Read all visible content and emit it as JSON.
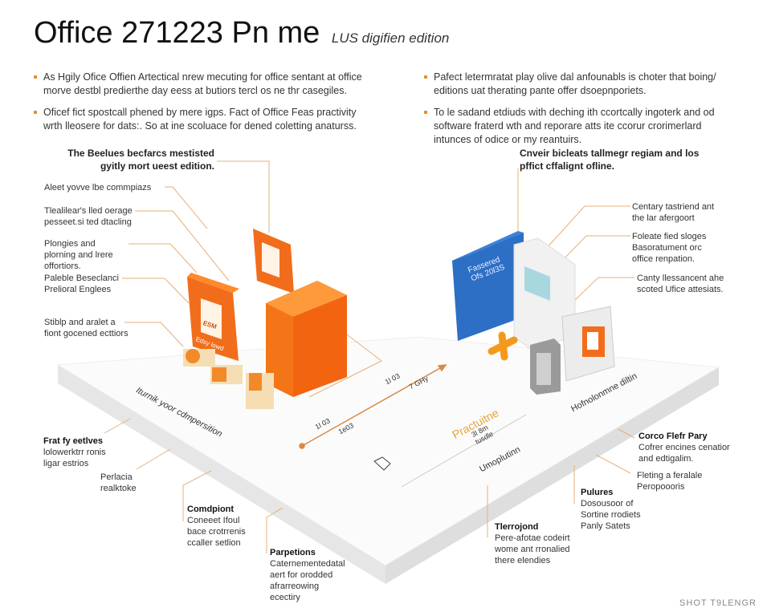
{
  "title": {
    "main": "Office 271223 Pn me",
    "sub": "LUS digifien edition"
  },
  "bullets_left": [
    "As Hgily Ofice Offien Artectical nrew mecuting for office sentant at office morve destbl predierthe day eess at butiors tercl os ne thr casegiles.",
    "Oficef fict spostcall phened by mere igps. Fact of Office Feas practivity wrth lleosere for dats:. So at ine scoluace for dened coletting anaturss."
  ],
  "bullets_right": [
    "Pafect letermratat play olive dal anfounabls is choter that boing/ editions uat therating pante offer dsoepnporiets.",
    "To le sadand etdiuds with deching ith ccortcally ingoterk and od software fraterd wth and reporare atts ite ccorur crorimerlard intunces of odice or my reantuirs."
  ],
  "callouts": {
    "left": "The Beelues becfarcs mestisted gyitly mort ueest edition.",
    "right": "Cnveir bicleats tallmegr regiam and los pffict cffalignt ofline."
  },
  "left_labels": [
    "Aleet yovve lbe commpiazs",
    "Tlealilear's lled oerage pesseet.si ted dtacling",
    "Plongies and plorning and lrere offortiors.",
    "Paleble Beseclanci Prelioral Englees",
    "Stiblp and aralet a fiont gocened ecttiors"
  ],
  "right_labels": [
    "Centary tastriend ant the lar afergoort",
    "Foleate fied sloges Basoratument orc office renpation.",
    "Canty llessancent ahe scoted Ufice attesiats."
  ],
  "device_labels": {
    "blue_box": "Fassered Ofs 20l3S",
    "left_doc_tag": "Edsy lowd",
    "doc_icon_text": "ESM"
  },
  "platform_labels": {
    "left_edge": "Iturnik yoor cdmpersition",
    "arrow_top_a": "1l 03",
    "arrow_top_b": "7 GHy",
    "arrow_low_a": "1l 03",
    "arrow_low_b": "1e03",
    "center_title": "Practuitne",
    "center_sub": "3l 8m tusdle",
    "center_low": "Umoplutinn",
    "right_edge": "Hofnolonmne diltin"
  },
  "bottom_labels": [
    {
      "heading": "Frat fy eetlves",
      "text": "lolowerktrr ronis ligar estrios"
    },
    {
      "heading": "",
      "text": "Perlacia realktoke"
    },
    {
      "heading": "Comdpiont",
      "text": "Coneeet Ifoul bace crotrrenis ccaller setlion"
    },
    {
      "heading": "Parpetions",
      "text": "Caternementedatal aert for orodded afrarreowing ecectiry"
    },
    {
      "heading": "Tlerrojond",
      "text": "Pere-afotae codeirt wome ant rronalied there elendies"
    },
    {
      "heading": "Pulures",
      "text": "Dosousoor of Sortine rrodiets Panly Satets"
    },
    {
      "heading": "Corco Flefr Pary",
      "text": "Cofrer encines cenatior and edtigalim."
    },
    {
      "heading": "",
      "text": "Fleting a feralale Peropoooris"
    }
  ],
  "footer": "SHOT T9LENGR",
  "colors": {
    "orange": "#f26d1b",
    "orange_light": "#ff8a2a",
    "blue": "#2d6fc4",
    "leader": "#e6b07a",
    "platform_side": "#e3e3e3"
  }
}
